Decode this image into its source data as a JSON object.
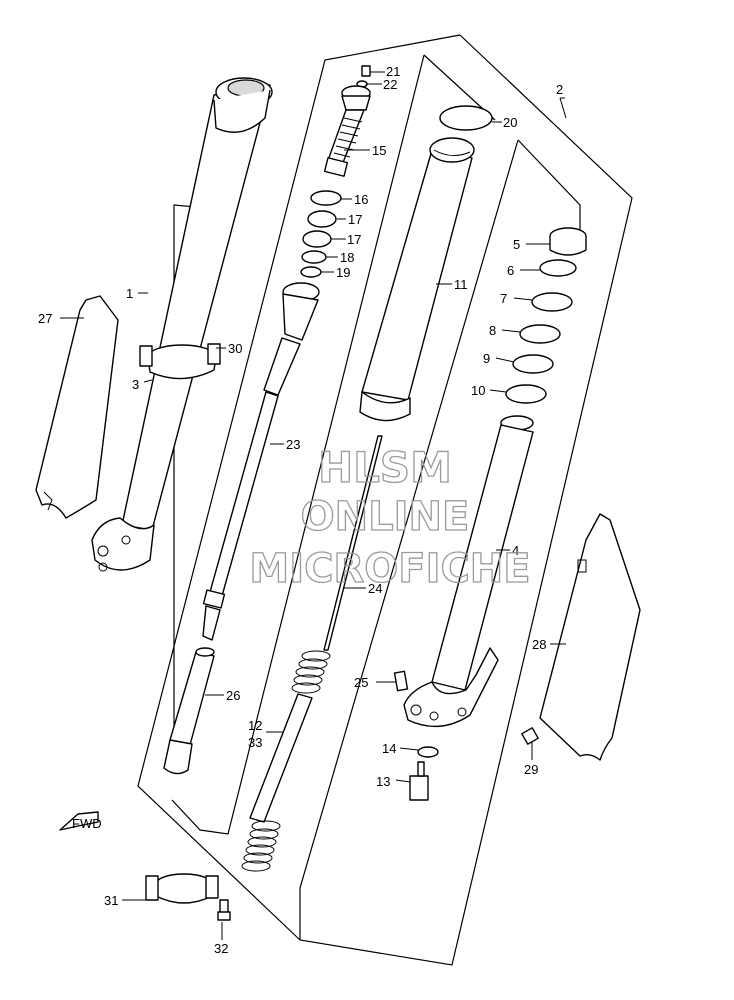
{
  "callouts": [
    {
      "id": "c21",
      "text": "21"
    },
    {
      "id": "c22",
      "text": "22"
    },
    {
      "id": "c20",
      "text": "20"
    },
    {
      "id": "c2",
      "text": "2"
    },
    {
      "id": "c15",
      "text": "15"
    },
    {
      "id": "c16",
      "text": "16"
    },
    {
      "id": "c17a",
      "text": "17"
    },
    {
      "id": "c17b",
      "text": "17"
    },
    {
      "id": "c18",
      "text": "18"
    },
    {
      "id": "c19",
      "text": "19"
    },
    {
      "id": "c5",
      "text": "5"
    },
    {
      "id": "c6",
      "text": "6"
    },
    {
      "id": "c7",
      "text": "7"
    },
    {
      "id": "c8",
      "text": "8"
    },
    {
      "id": "c9",
      "text": "9"
    },
    {
      "id": "c10",
      "text": "10"
    },
    {
      "id": "c11",
      "text": "11"
    },
    {
      "id": "c1",
      "text": "1"
    },
    {
      "id": "c27",
      "text": "27"
    },
    {
      "id": "c30",
      "text": "30"
    },
    {
      "id": "c3",
      "text": "3"
    },
    {
      "id": "c23",
      "text": "23"
    },
    {
      "id": "c4",
      "text": "4"
    },
    {
      "id": "c24",
      "text": "24"
    },
    {
      "id": "c28",
      "text": "28"
    },
    {
      "id": "c26",
      "text": "26"
    },
    {
      "id": "c25",
      "text": "25"
    },
    {
      "id": "c12",
      "text": "12"
    },
    {
      "id": "c33",
      "text": "33"
    },
    {
      "id": "c14",
      "text": "14"
    },
    {
      "id": "c29",
      "text": "29"
    },
    {
      "id": "c13",
      "text": "13"
    },
    {
      "id": "c31",
      "text": "31"
    },
    {
      "id": "c32",
      "text": "32"
    }
  ],
  "fwd_label": "FWD",
  "watermark": [
    "HLSM",
    "ONLINE",
    "MICROFICHE"
  ]
}
